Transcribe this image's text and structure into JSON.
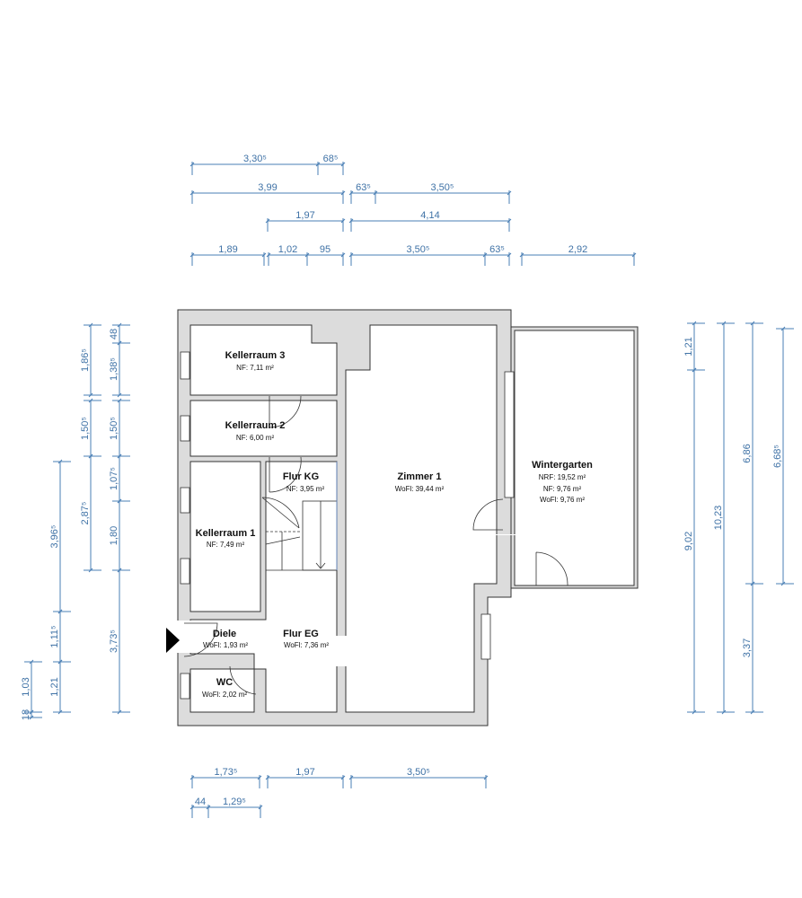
{
  "rooms": {
    "kellerraum3": {
      "name": "Kellerraum 3",
      "area": "NF: 7,11 m²"
    },
    "kellerraum2": {
      "name": "Kellerraum 2",
      "area": "NF: 6,00 m²"
    },
    "flur_kg": {
      "name": "Flur KG",
      "area": "NF: 3,95 m²"
    },
    "kellerraum1": {
      "name": "Kellerraum 1",
      "area": "NF: 7,49 m²"
    },
    "zimmer1": {
      "name": "Zimmer 1",
      "area": "WoFl: 39,44 m²"
    },
    "wintergarten": {
      "name": "Wintergarten",
      "nrf": "NRF: 19,52 m²",
      "nf": "NF: 9,76 m²",
      "wofl": "WoFl: 9,76 m²"
    },
    "diele": {
      "name": "Diele",
      "area": "WoFl: 1,93 m²"
    },
    "flur_eg": {
      "name": "Flur EG",
      "area": "WoFl: 7,36 m²"
    },
    "wc": {
      "name": "WC",
      "area": "WoFl: 2,02 m²"
    }
  },
  "dimensions": {
    "top_row1": [
      "3,30⁵",
      "68⁵"
    ],
    "top_row2": [
      "3,99",
      "63⁵",
      "3,50⁵"
    ],
    "top_row3": [
      "1,97",
      "4,14"
    ],
    "top_row4": [
      "1,89",
      "1,02",
      "95",
      "3,50⁵",
      "63⁵",
      "2,92"
    ],
    "bottom_row1": [
      "1,73⁵",
      "1,97",
      "3,50⁵"
    ],
    "bottom_row2": [
      "44",
      "1,29⁵"
    ],
    "left_col1": [
      "18",
      "1,03"
    ],
    "left_col2": [
      "3,96⁵",
      "1,11⁵",
      "1,21"
    ],
    "left_col3": [
      "1,86⁵",
      "1,50⁵",
      "2,87⁵"
    ],
    "left_col4": [
      "48",
      "1,38⁵",
      "1,50⁵",
      "1,07⁵",
      "1,80",
      "3,73⁵"
    ],
    "right_col1": [
      "1,21",
      "9,02"
    ],
    "right_col2": [
      "10,23"
    ],
    "right_col3": [
      "6,86",
      "3,37"
    ],
    "right_col4": [
      "6,68⁵"
    ]
  }
}
